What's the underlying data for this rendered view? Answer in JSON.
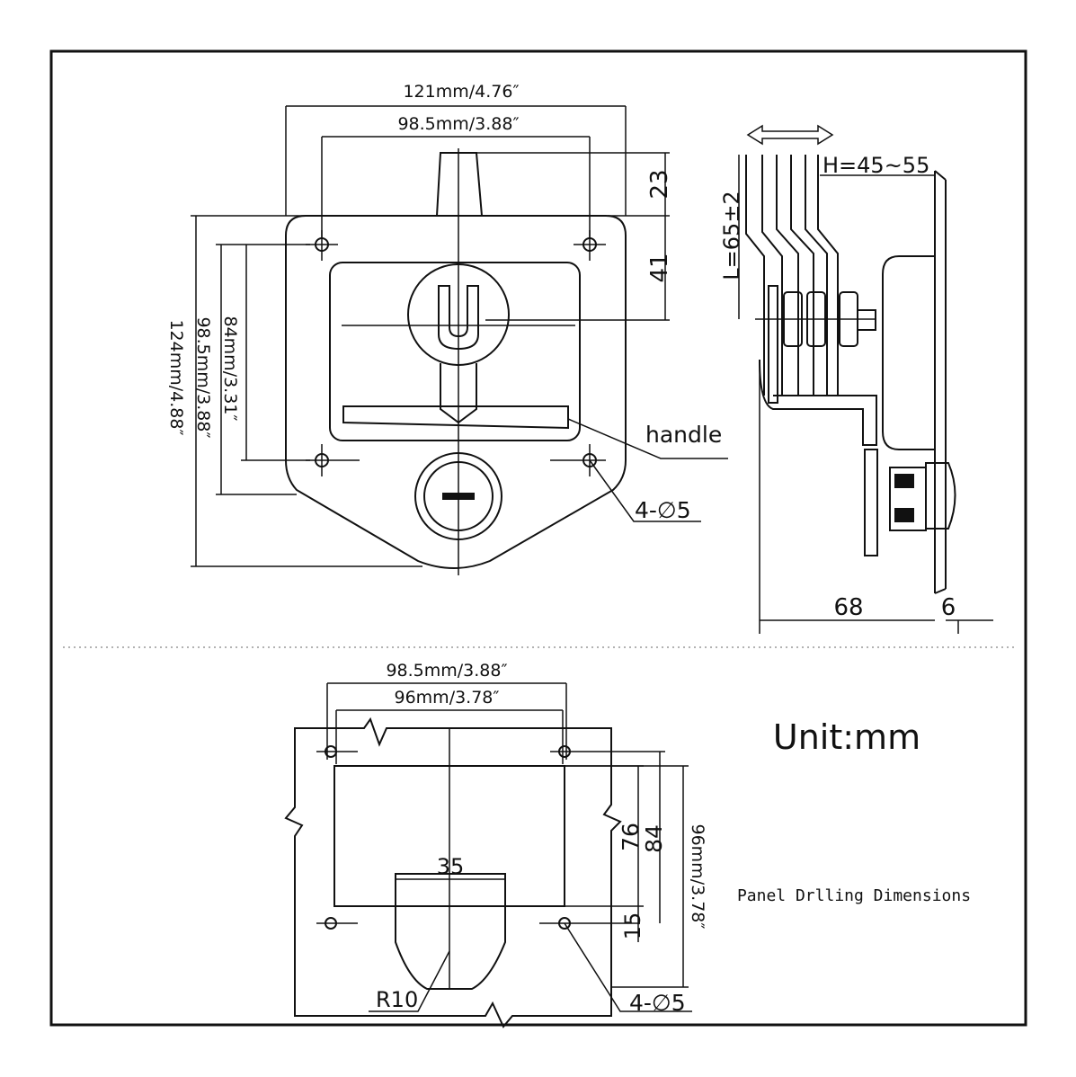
{
  "front_view": {
    "width_overall": "121mm/4.76″",
    "width_holes": "98.5mm/3.88″",
    "dim_top_right": "23",
    "dim_right": "41",
    "height_overall": "124mm/4.88″",
    "height_holes": "98.5mm/3.88″",
    "height_inner": "84mm/3.31″",
    "handle_label": "handle",
    "holes_label": "4-∅5"
  },
  "side_view": {
    "h_range": "H=45~55",
    "l_range": "L=65±2",
    "depth": "68",
    "flange": "6"
  },
  "drilling": {
    "width_outer": "98.5mm/3.88″",
    "width_inner": "96mm/3.78″",
    "cutout_width": "35",
    "dim_76": "76",
    "dim_84": "84",
    "dim_96": "96mm/3.78″",
    "dim_15": "15",
    "radius": "R10",
    "holes_label": "4-∅5",
    "caption": "Panel Drlling Dimensions"
  },
  "unit_label": "Unit:mm"
}
